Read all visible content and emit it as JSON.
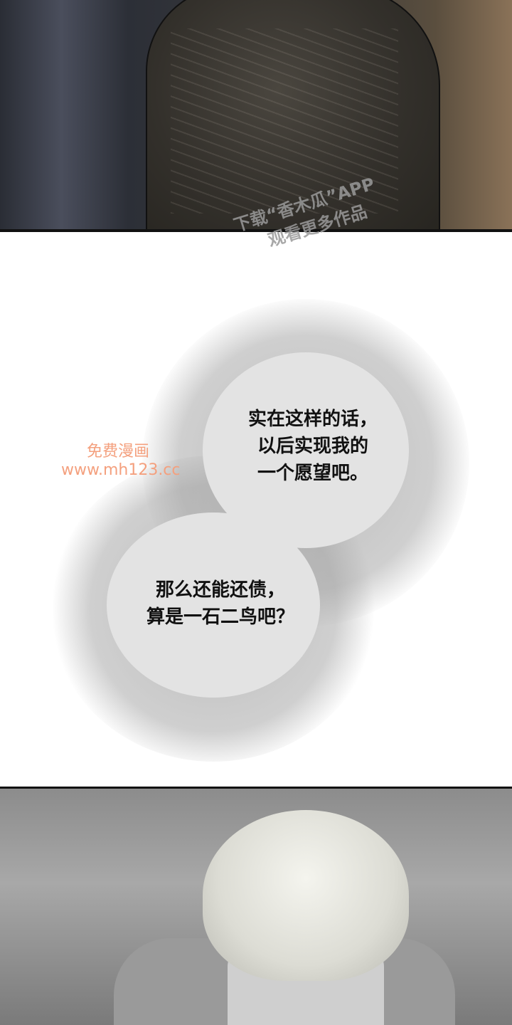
{
  "watermarks": {
    "app_line1": "下载“香木瓜”APP",
    "app_line2": "观看更多作品",
    "site_line1": "免费漫画",
    "site_line2": "www.mh123.cc"
  },
  "bubbles": [
    {
      "lines": [
        "实在这样的话，",
        "以后实现我的",
        "一个愿望吧。"
      ]
    },
    {
      "lines": [
        "那么还能还债，",
        "算是一石二鸟吧？"
      ]
    }
  ]
}
